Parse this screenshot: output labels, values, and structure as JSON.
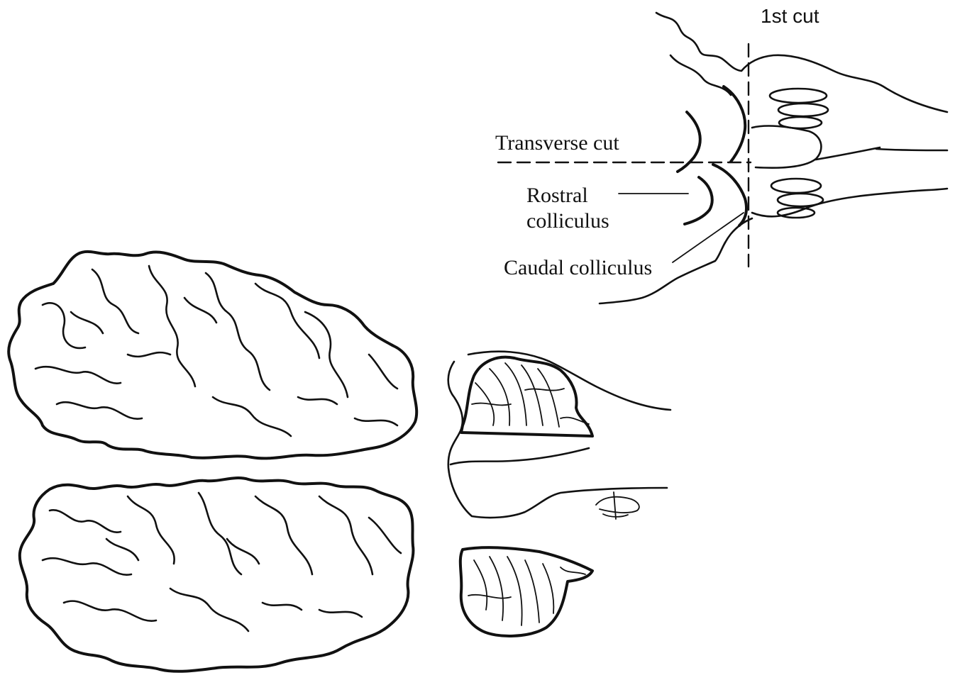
{
  "figure": {
    "background": "#ffffff",
    "ink_color": "#111111",
    "labels": {
      "first_cut": "1st cut",
      "transverse_cut": "Transverse cut",
      "rostral_line1": "Rostral",
      "rostral_line2": "colliculus",
      "caudal_colliculus": "Caudal colliculus"
    }
  }
}
